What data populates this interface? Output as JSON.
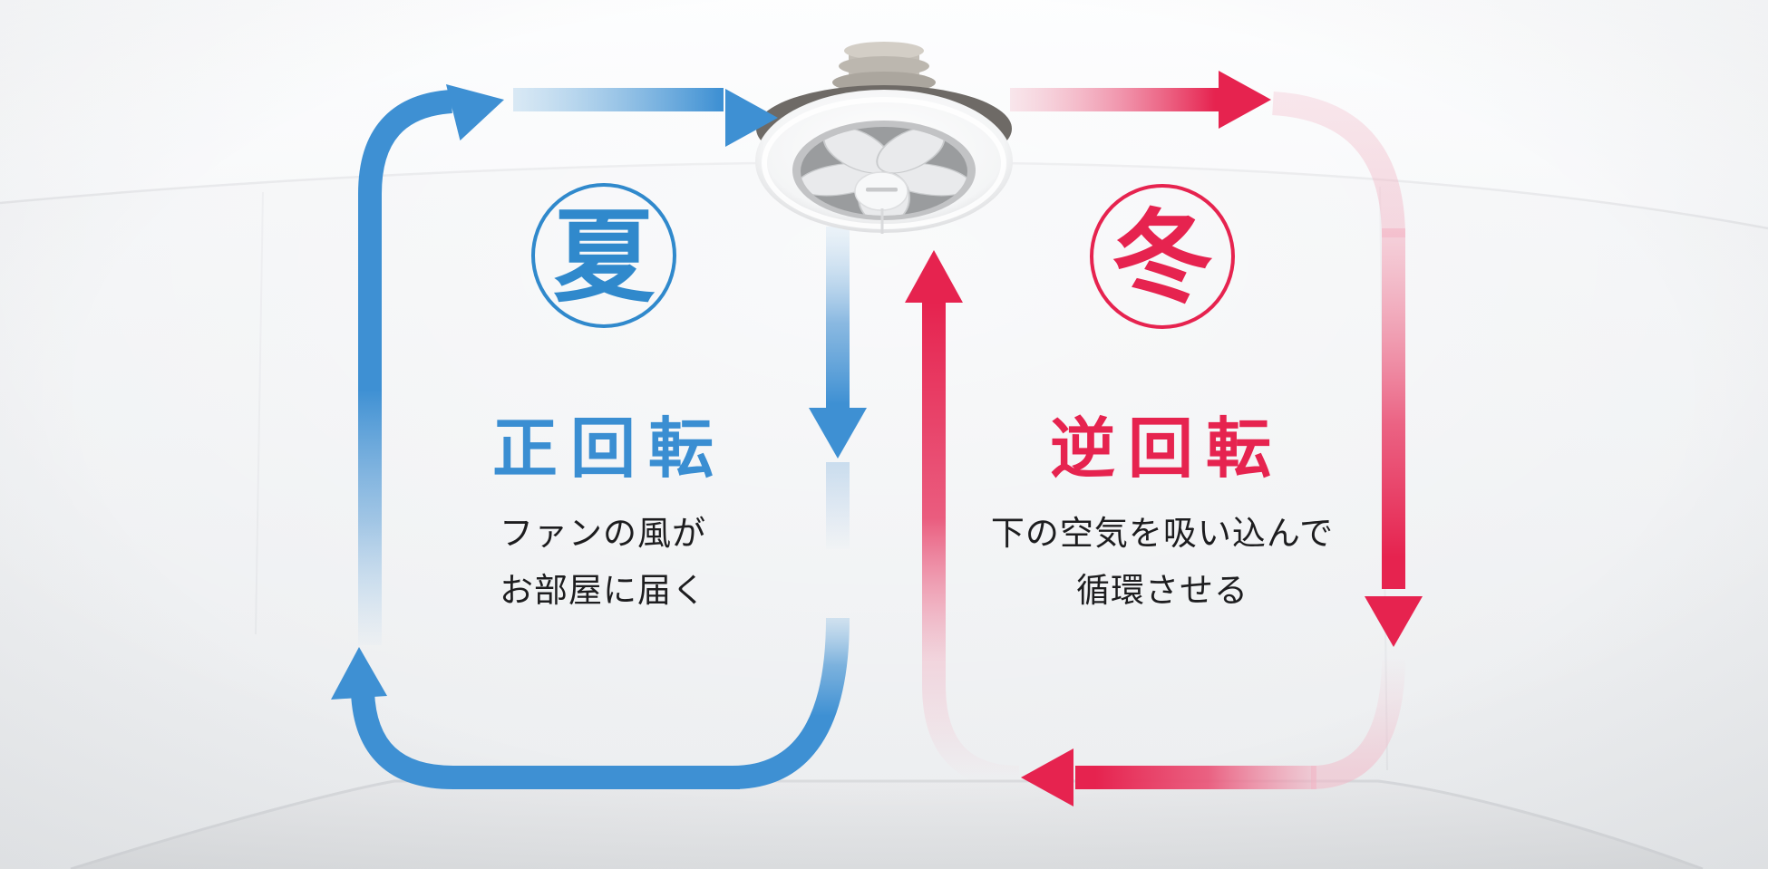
{
  "scene": {
    "kind": "ceiling circulator airflow explainer",
    "fan_icon": "ceiling-circulator-fan-icon",
    "text_color": "#1D1D1F"
  },
  "summer": {
    "badge": "夏",
    "title": "正回転",
    "desc1": "ファンの風が",
    "desc2": "お部屋に届く",
    "flow_direction": "clockwise: up left wall, along ceiling into fan, down below fan, left along floor",
    "accent": "#3A8ED2",
    "badge_accent": "#3089CC",
    "pale": "#BCD9EE"
  },
  "winter": {
    "badge": "冬",
    "title": "逆回転",
    "desc1": "下の空気を吸い込んで",
    "desc2": "循環させる",
    "flow_direction": "counterclockwise: up into fan from below, right along ceiling, down right wall, left along floor",
    "accent": "#E6234F",
    "pale": "#F2B9C8"
  }
}
